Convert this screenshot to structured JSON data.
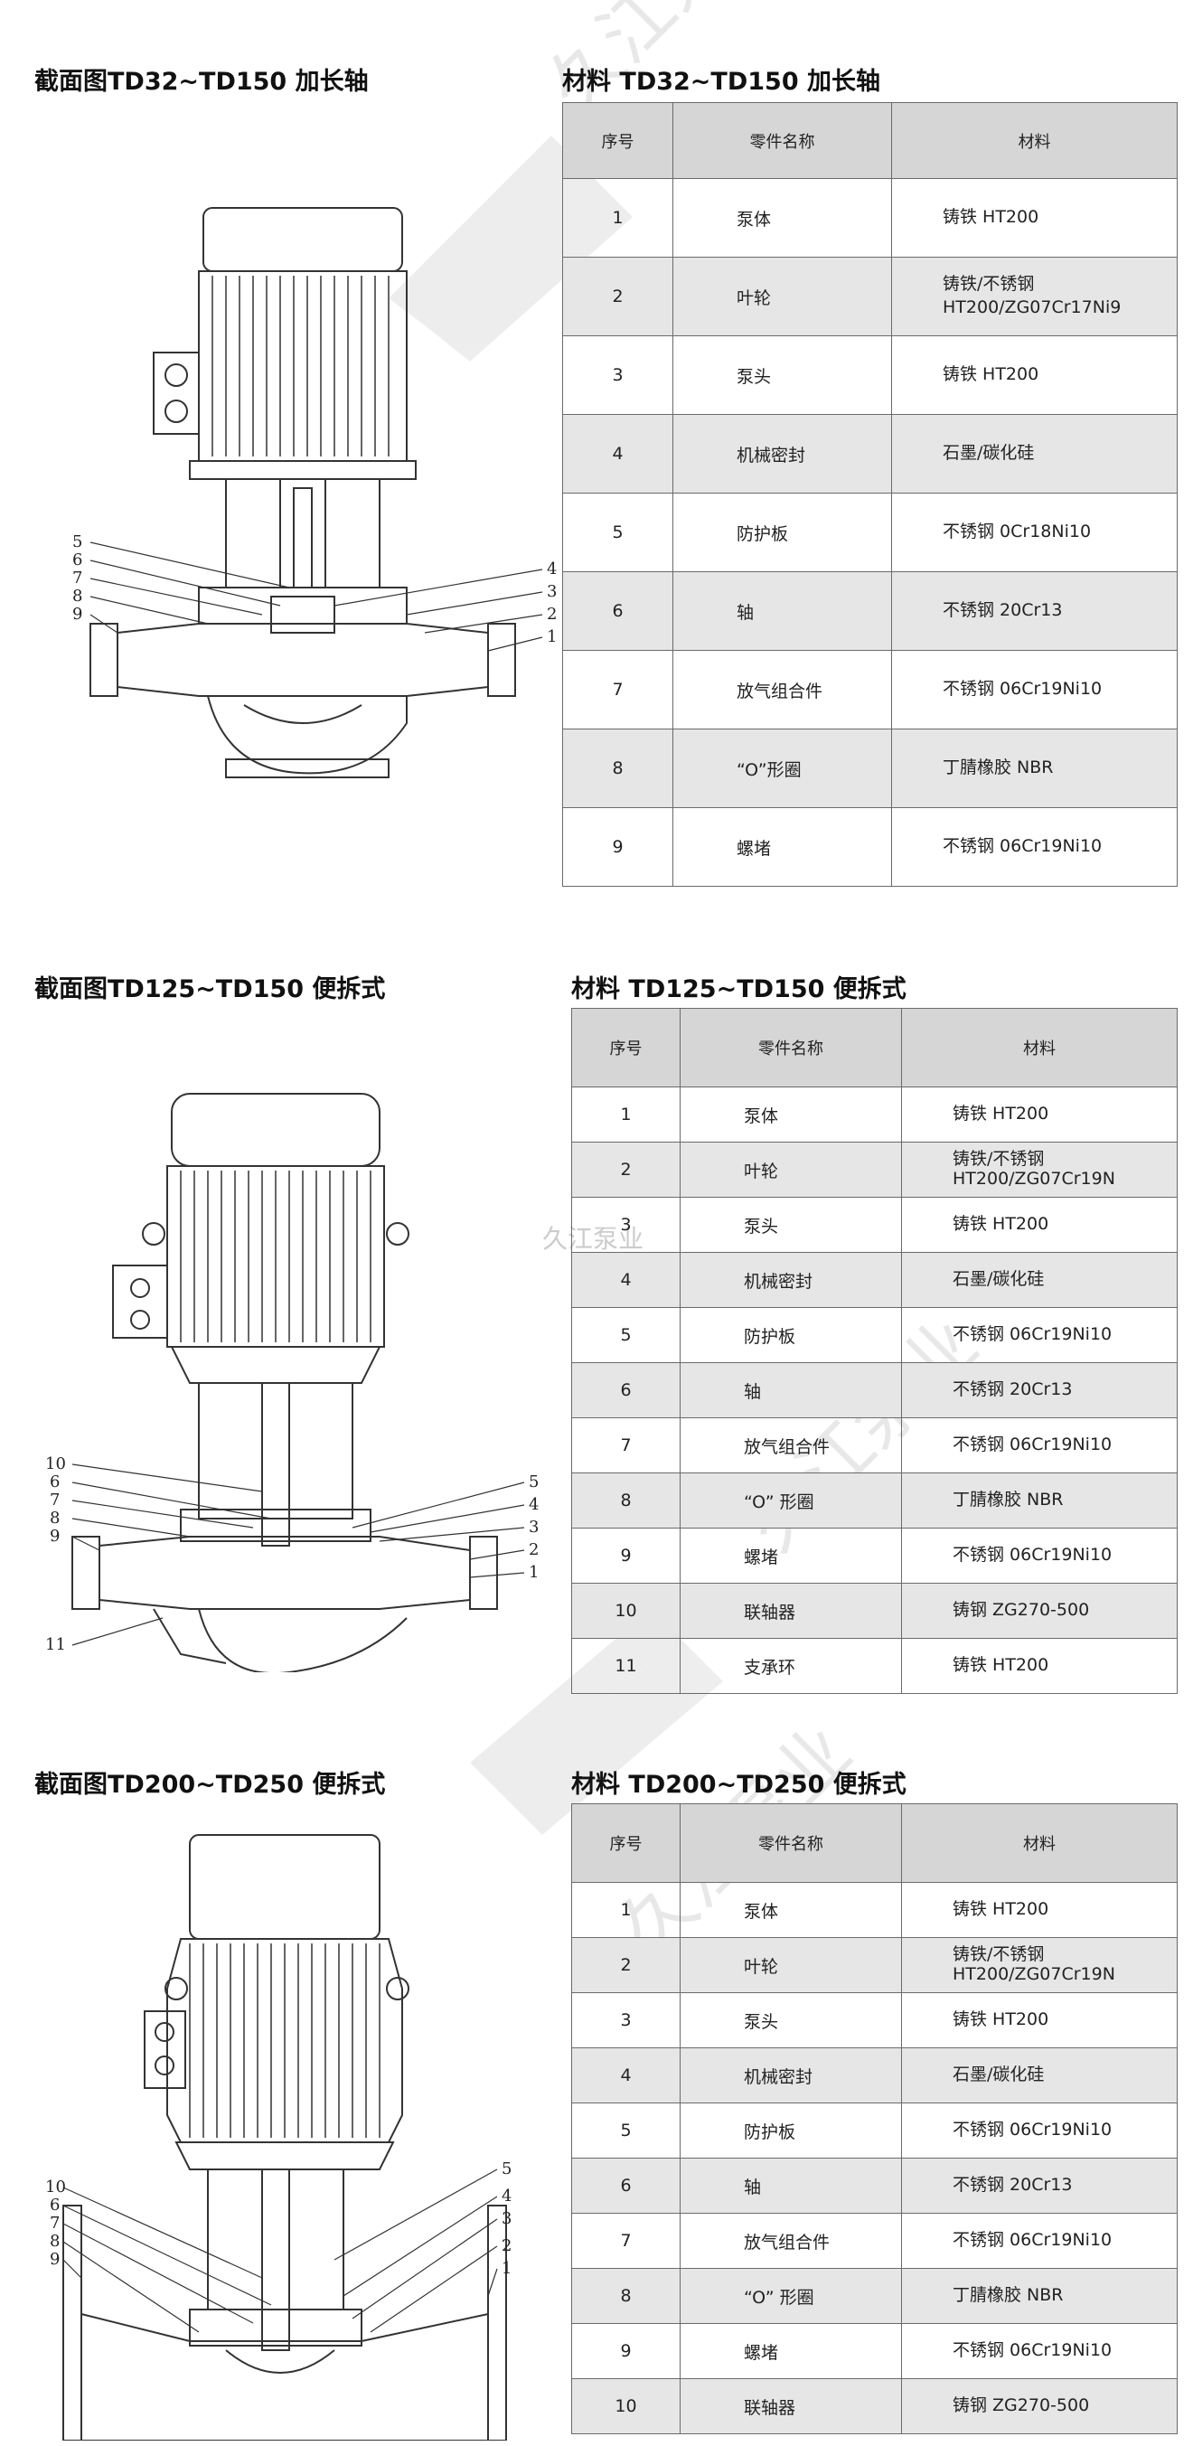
{
  "sections": [
    {
      "drawing_title": "截面图TD32~TD150 加长轴",
      "table_title": "材料 TD32~TD150 加长轴",
      "headers": [
        "序号",
        "零件名称",
        "材料"
      ],
      "rows": [
        {
          "no": "1",
          "name": "泵体",
          "material": "铸铁 HT200"
        },
        {
          "no": "2",
          "name": "叶轮",
          "material": "铸铁/不锈钢 HT200/ZG07Cr17Ni9"
        },
        {
          "no": "3",
          "name": "泵头",
          "material": "铸铁 HT200"
        },
        {
          "no": "4",
          "name": "机械密封",
          "material": "石墨/碳化硅"
        },
        {
          "no": "5",
          "name": "防护板",
          "material": "不锈钢 0Cr18Ni10"
        },
        {
          "no": "6",
          "name": "轴",
          "material": "不锈钢 20Cr13"
        },
        {
          "no": "7",
          "name": "放气组合件",
          "material": "不锈钢 06Cr19Ni10"
        },
        {
          "no": "8",
          "name": "“O”形圈",
          "material": "丁腈橡胶 NBR"
        },
        {
          "no": "9",
          "name": "螺堵",
          "material": "不锈钢 06Cr19Ni10"
        }
      ],
      "callouts_left": [
        "5",
        "6",
        "7",
        "8",
        "9"
      ],
      "callouts_right": [
        "4",
        "3",
        "2",
        "1"
      ]
    },
    {
      "drawing_title": "截面图TD125~TD150 便拆式",
      "table_title": "材料 TD125~TD150 便拆式",
      "headers": [
        "序号",
        "零件名称",
        "材料"
      ],
      "rows": [
        {
          "no": "1",
          "name": "泵体",
          "material": "铸铁 HT200"
        },
        {
          "no": "2",
          "name": "叶轮",
          "material": "铸铁/不锈钢 HT200/ZG07Cr19N"
        },
        {
          "no": "3",
          "name": "泵头",
          "material": "铸铁 HT200"
        },
        {
          "no": "4",
          "name": "机械密封",
          "material": "石墨/碳化硅"
        },
        {
          "no": "5",
          "name": "防护板",
          "material": "不锈钢 06Cr19Ni10"
        },
        {
          "no": "6",
          "name": "轴",
          "material": "不锈钢 20Cr13"
        },
        {
          "no": "7",
          "name": "放气组合件",
          "material": "不锈钢 06Cr19Ni10"
        },
        {
          "no": "8",
          "name": "“O” 形圈",
          "material": "丁腈橡胶 NBR"
        },
        {
          "no": "9",
          "name": "螺堵",
          "material": "不锈钢 06Cr19Ni10"
        },
        {
          "no": "10",
          "name": "联轴器",
          "material": "铸钢 ZG270-500"
        },
        {
          "no": "11",
          "name": "支承环",
          "material": "铸铁 HT200"
        }
      ],
      "callouts_left": [
        "10",
        "6",
        "7",
        "8",
        "9",
        "11"
      ],
      "callouts_right": [
        "5",
        "4",
        "3",
        "2",
        "1"
      ]
    },
    {
      "drawing_title": "截面图TD200~TD250 便拆式",
      "table_title": "材料 TD200~TD250 便拆式",
      "headers": [
        "序号",
        "零件名称",
        "材料"
      ],
      "rows": [
        {
          "no": "1",
          "name": "泵体",
          "material": "铸铁 HT200"
        },
        {
          "no": "2",
          "name": "叶轮",
          "material": "铸铁/不锈钢 HT200/ZG07Cr19N"
        },
        {
          "no": "3",
          "name": "泵头",
          "material": "铸铁 HT200"
        },
        {
          "no": "4",
          "name": "机械密封",
          "material": "石墨/碳化硅"
        },
        {
          "no": "5",
          "name": "防护板",
          "material": "不锈钢 06Cr19Ni10"
        },
        {
          "no": "6",
          "name": "轴",
          "material": "不锈钢 20Cr13"
        },
        {
          "no": "7",
          "name": "放气组合件",
          "material": "不锈钢 06Cr19Ni10"
        },
        {
          "no": "8",
          "name": "“O” 形圈",
          "material": "丁腈橡胶 NBR"
        },
        {
          "no": "9",
          "name": "螺堵",
          "material": "不锈钢 06Cr19Ni10"
        },
        {
          "no": "10",
          "name": "联轴器",
          "material": "铸钢 ZG270-500"
        }
      ],
      "callouts_left": [
        "10",
        "6",
        "7",
        "8",
        "9"
      ],
      "callouts_right": [
        "5",
        "4",
        "3",
        "2",
        "1"
      ]
    }
  ],
  "watermark": {
    "text": "久江泵业",
    "mark": "®"
  }
}
